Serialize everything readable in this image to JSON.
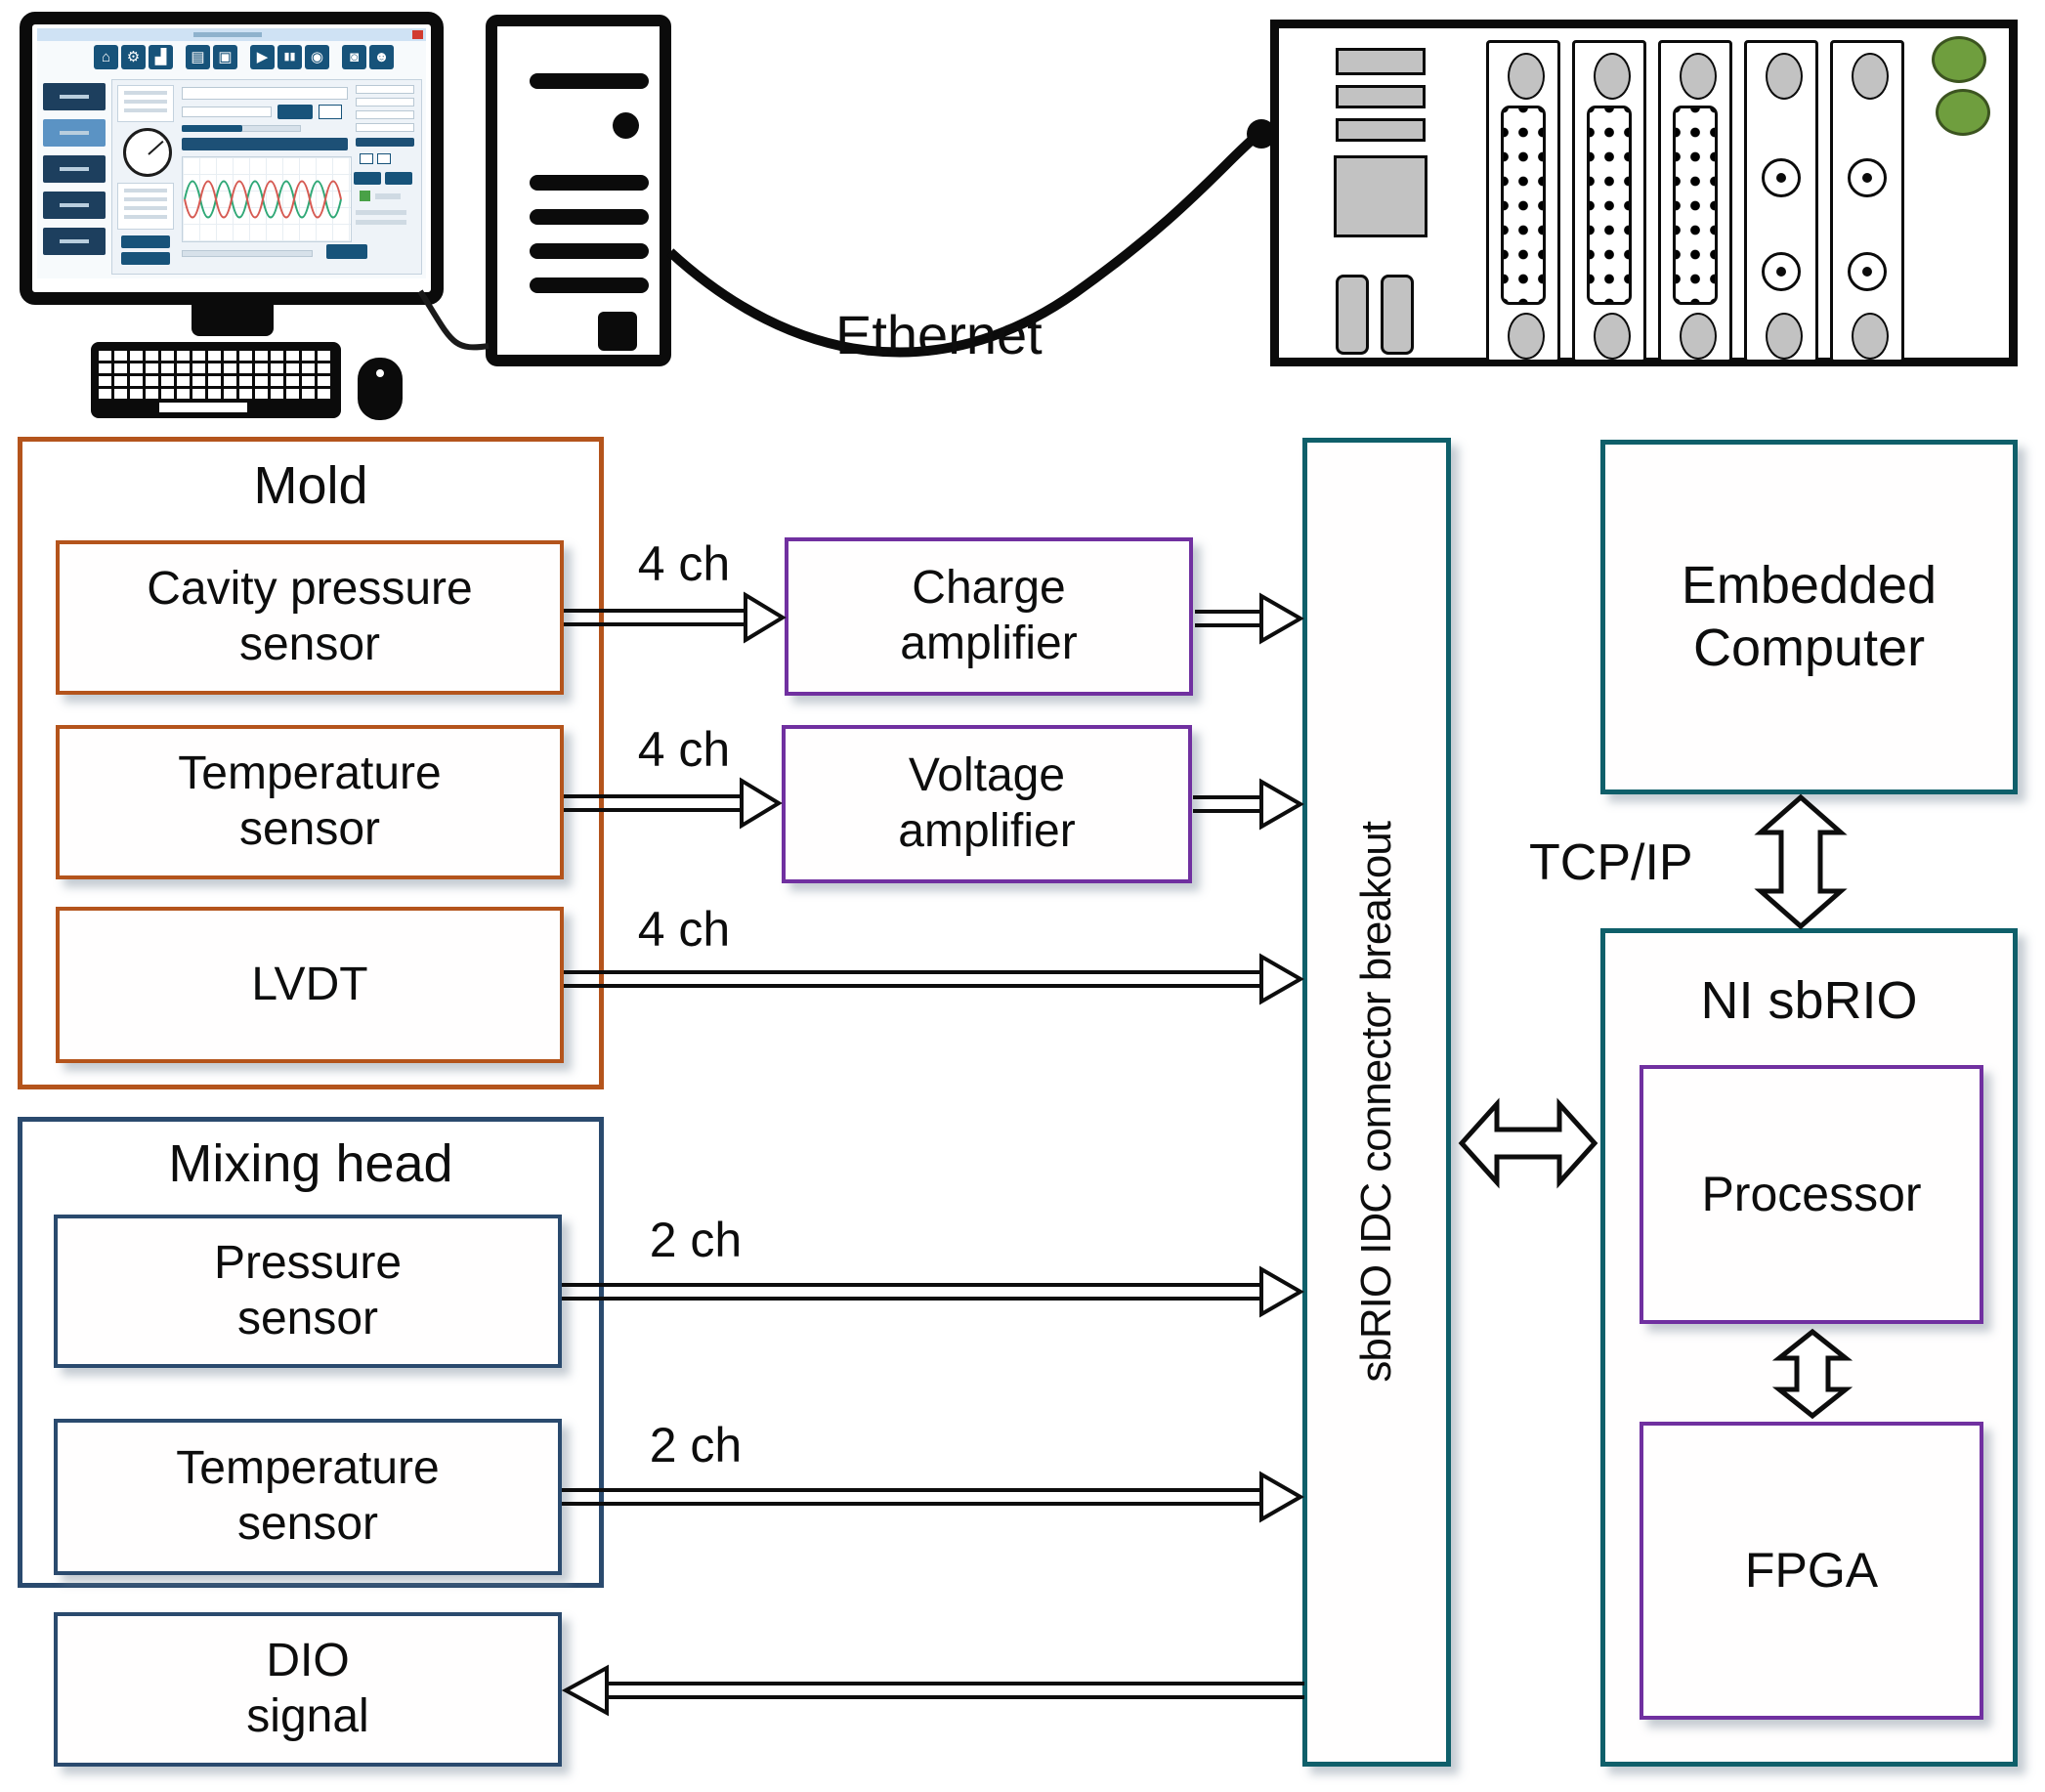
{
  "figure": {
    "ethernet_label": "Ethernet",
    "tcpip_label": "TCP/IP",
    "channel_labels": {
      "four": "4 ch",
      "two": "2 ch"
    },
    "mold": {
      "title": "Mold",
      "cavity_line1": "Cavity pressure",
      "cavity_line2": "sensor",
      "temp_line1": "Temperature",
      "temp_line2": "sensor",
      "lvdt": "LVDT"
    },
    "mixing": {
      "title": "Mixing head",
      "pressure_line1": "Pressure",
      "pressure_line2": "sensor",
      "temp_line1": "Temperature",
      "temp_line2": "sensor"
    },
    "dio": {
      "line1": "DIO",
      "line2": "signal"
    },
    "charge_amp": {
      "line1": "Charge",
      "line2": "amplifier"
    },
    "voltage_amp": {
      "line1": "Voltage",
      "line2": "amplifier"
    },
    "breakout_label": "sbRIO IDC connector breakout",
    "embedded": {
      "line1": "Embedded",
      "line2": "Computer"
    },
    "ni_sbrio": {
      "title": "NI sbRIO",
      "processor": "Processor",
      "fpga": "FPGA"
    },
    "workstation_icons": [
      {
        "name": "home-icon",
        "glyph": "⌂"
      },
      {
        "name": "settings-icon",
        "glyph": "⚙"
      },
      {
        "name": "chart-icon",
        "glyph": "▟"
      },
      {
        "name": "folder-icon",
        "glyph": "▤"
      },
      {
        "name": "save-icon",
        "glyph": "▣"
      },
      {
        "name": "play-icon",
        "glyph": "▶"
      },
      {
        "name": "pause-icon",
        "glyph": "▮▮"
      },
      {
        "name": "record-icon",
        "glyph": "◉"
      },
      {
        "name": "camera-icon",
        "glyph": "◙"
      },
      {
        "name": "user-icon",
        "glyph": "☻"
      }
    ],
    "colors": {
      "mold_border": "#b4541c",
      "mixing_border": "#2a4a6e",
      "teal_border": "#0f5f6a",
      "purple_border": "#7030a0",
      "led_green": "#6f9e3e"
    }
  }
}
